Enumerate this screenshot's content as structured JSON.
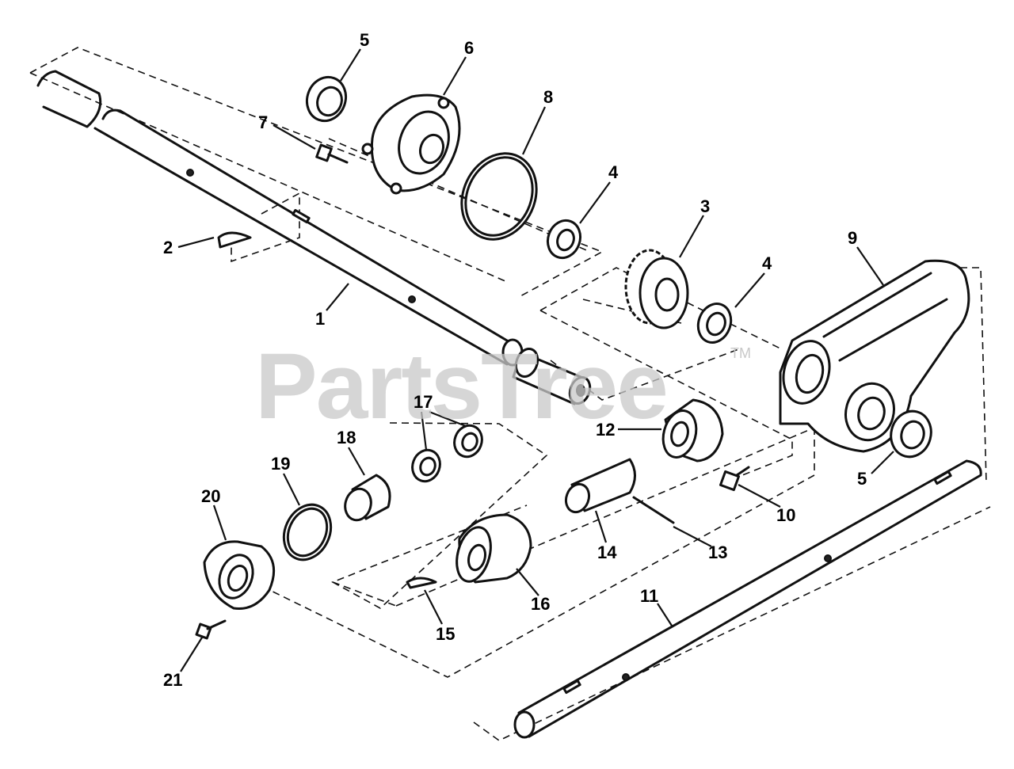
{
  "watermark": {
    "text": "PartsTree",
    "trademark": "TM"
  },
  "callouts": [
    "5",
    "6",
    "8",
    "7",
    "4",
    "3",
    "9",
    "4",
    "2",
    "1",
    "17",
    "18",
    "12",
    "19",
    "20",
    "5",
    "10",
    "14",
    "13",
    "16",
    "11",
    "15",
    "21"
  ]
}
